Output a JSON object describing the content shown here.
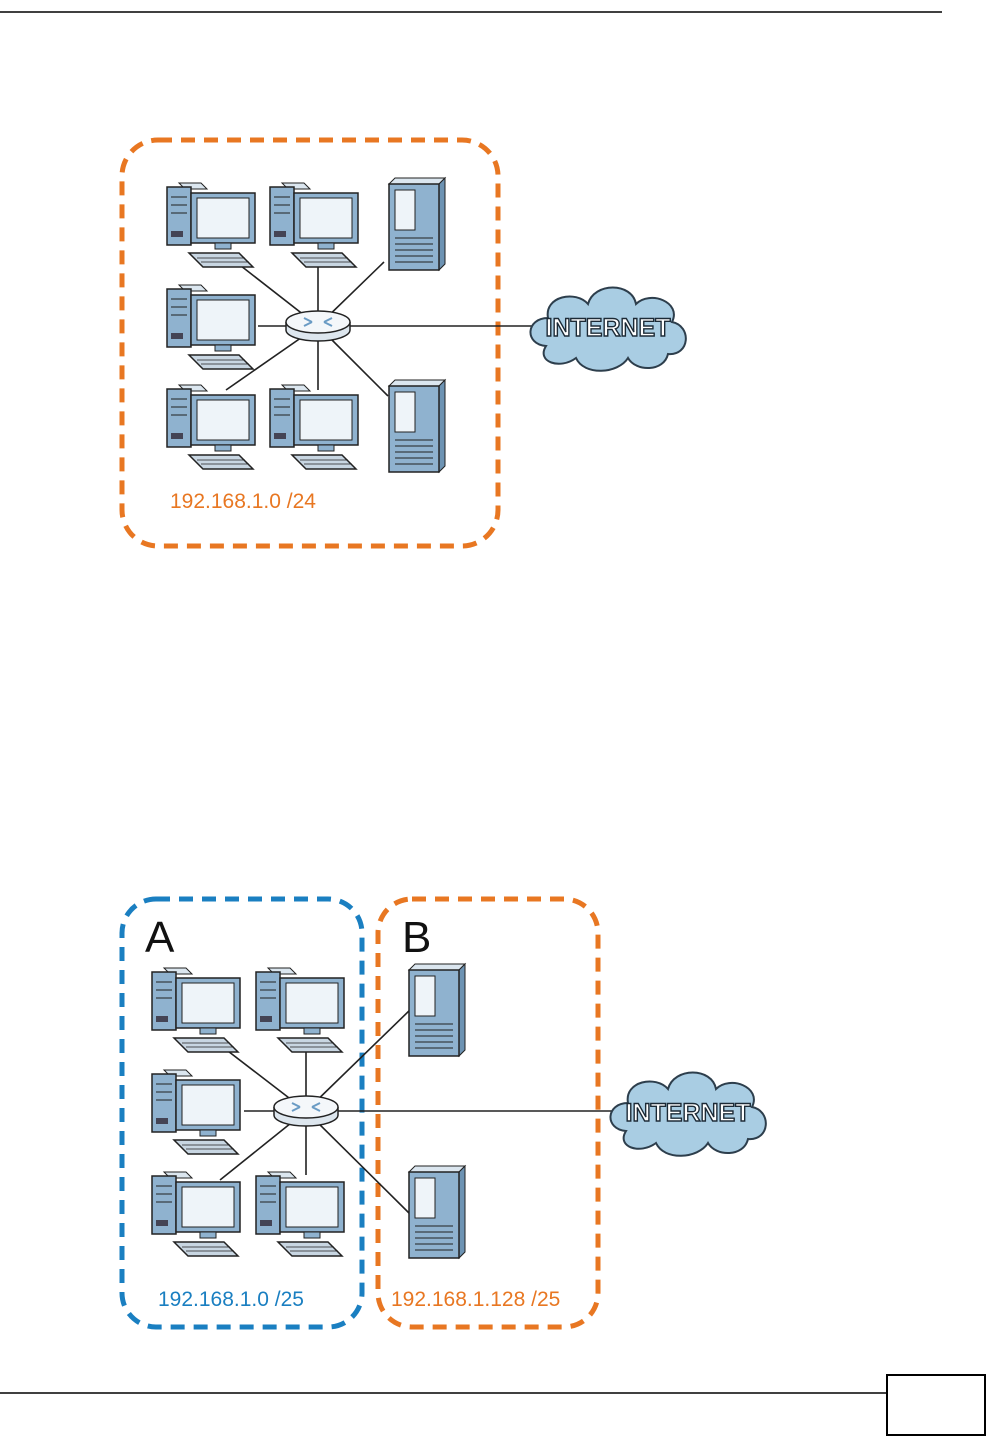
{
  "colors": {
    "orange": "#e87722",
    "blue": "#1a7fc1",
    "cloud_fill": "#a9cde3",
    "cloud_stroke": "#2d3e4c",
    "monitor_body": "#8fb2cf",
    "screen": "#eef4f9",
    "line": "#222222"
  },
  "diagram1": {
    "subnet_label": "192.168.1.0 /24",
    "cloud_label": "INTERNET",
    "icons": [
      "computer-icon",
      "computer-icon",
      "server-icon",
      "computer-icon",
      "computer-icon",
      "computer-icon",
      "server-icon",
      "router-icon",
      "cloud-icon"
    ]
  },
  "diagram2": {
    "group_a_letter": "A",
    "group_b_letter": "B",
    "subnet_a_label": "192.168.1.0 /25",
    "subnet_b_label": "192.168.1.128 /25",
    "cloud_label": "INTERNET"
  },
  "footer": {
    "page_number": ""
  }
}
